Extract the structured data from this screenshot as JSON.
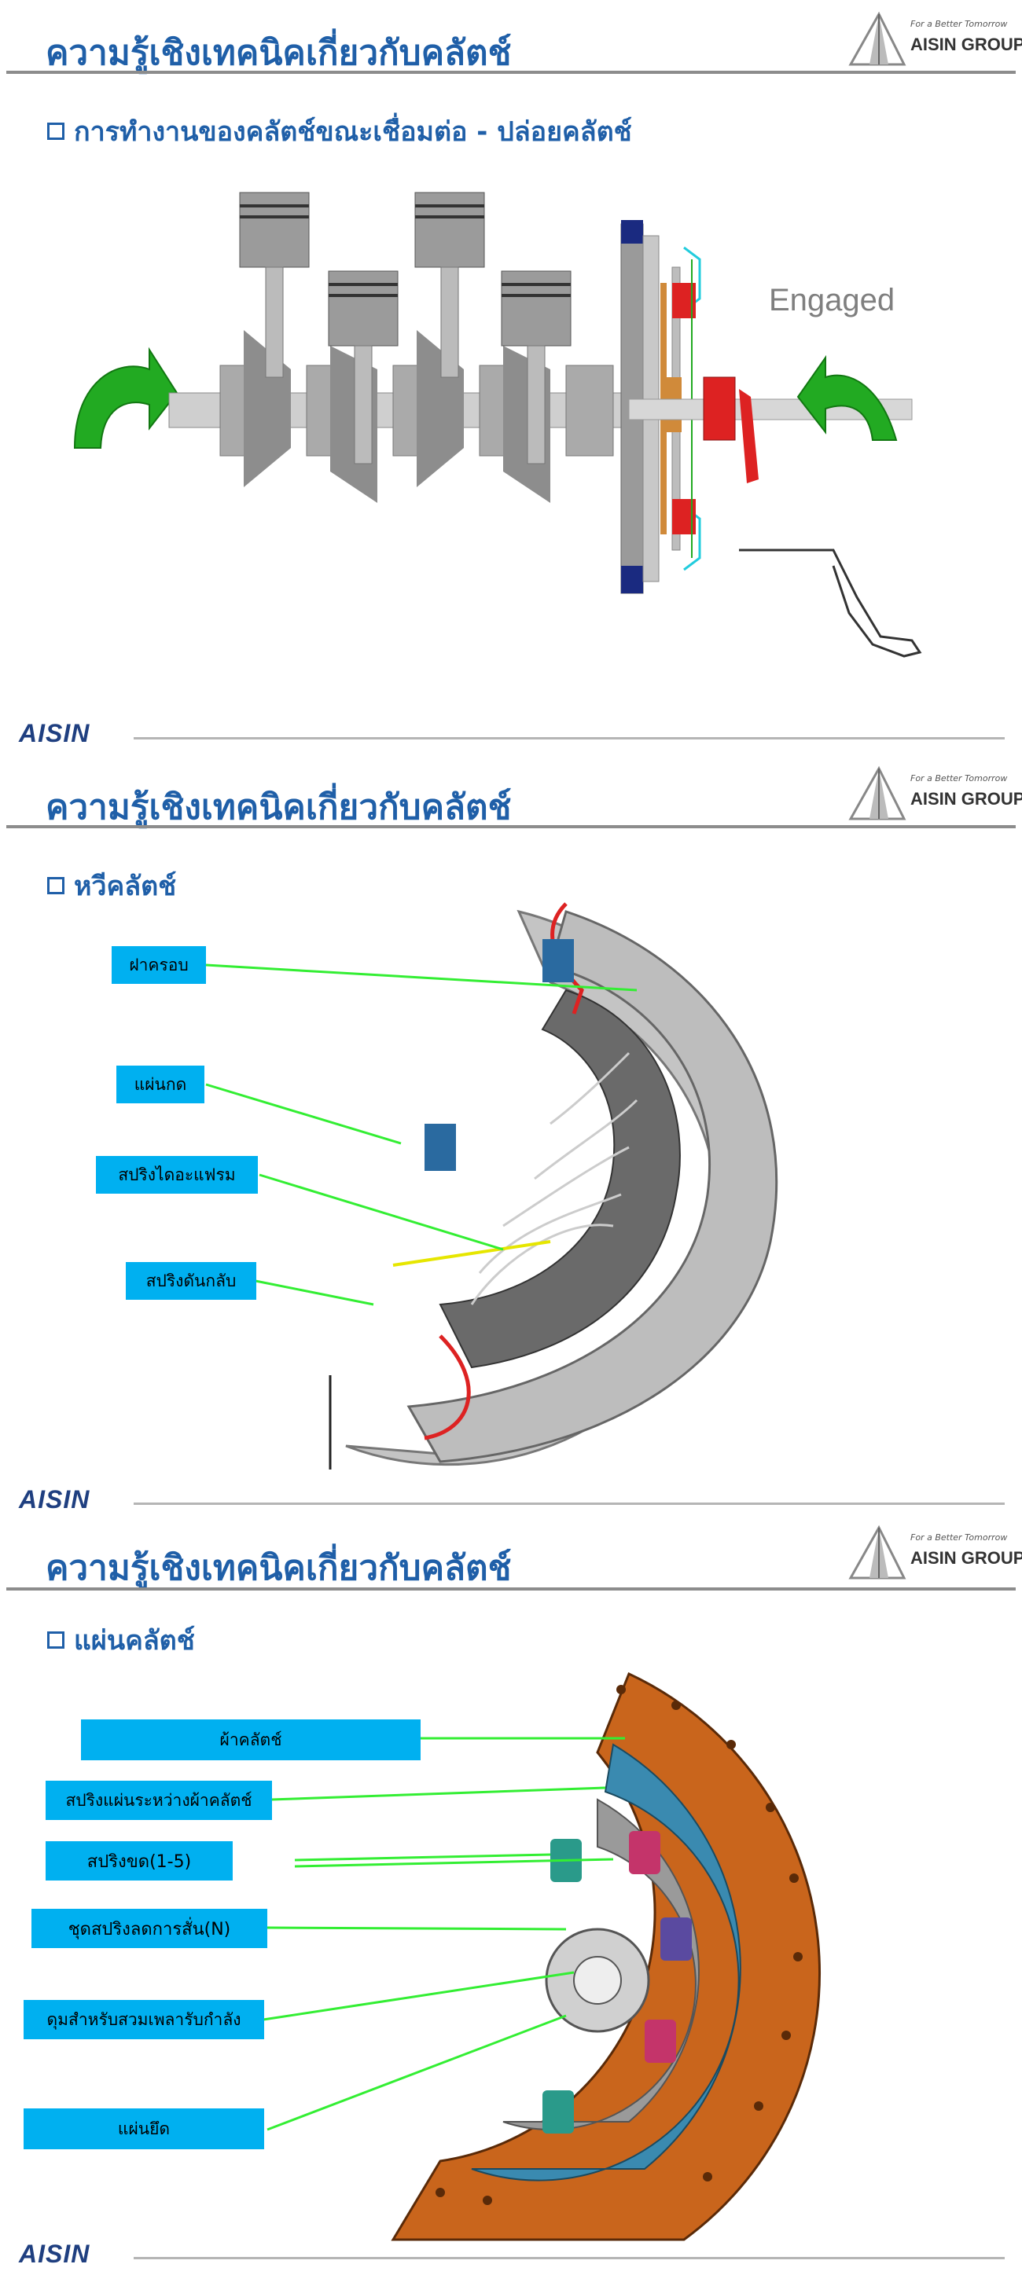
{
  "common": {
    "title": "ความรู้เชิงเทคนิคเกี่ยวกับคลัตช์",
    "logo_tagline": "For a Better Tomorrow",
    "logo_name": "AISIN GROUP",
    "footer_brand": "AISIN"
  },
  "slide1": {
    "subheading": "การทำงานของคลัตช์ขณะเชื่อมต่อ - ปล่อยคลัตช์",
    "status_text": "Engaged"
  },
  "slide2": {
    "subheading": "หวีคลัตช์",
    "labels": [
      "ฝาครอบ",
      "แผ่นกด",
      "สปริงไดอะแฟรม",
      "สปริงดันกลับ"
    ]
  },
  "slide3": {
    "subheading": "แผ่นคลัตช์",
    "labels": [
      "ผ้าคลัตช์",
      "สปริงแผ่นระหว่างผ้าคลัตช์",
      "สปริงขด(1-5)",
      "ชุดสปริงลดการสั่น(N)",
      "ดุมสำหรับสวมเพลารับกำลัง",
      "แผ่นยึด"
    ]
  },
  "colors": {
    "title_blue": "#1f5fa8",
    "label_cyan": "#00b0f0",
    "pointer_green": "#33ee33",
    "arrow_green": "#22aa22",
    "friction_orange": "#c9651c"
  }
}
